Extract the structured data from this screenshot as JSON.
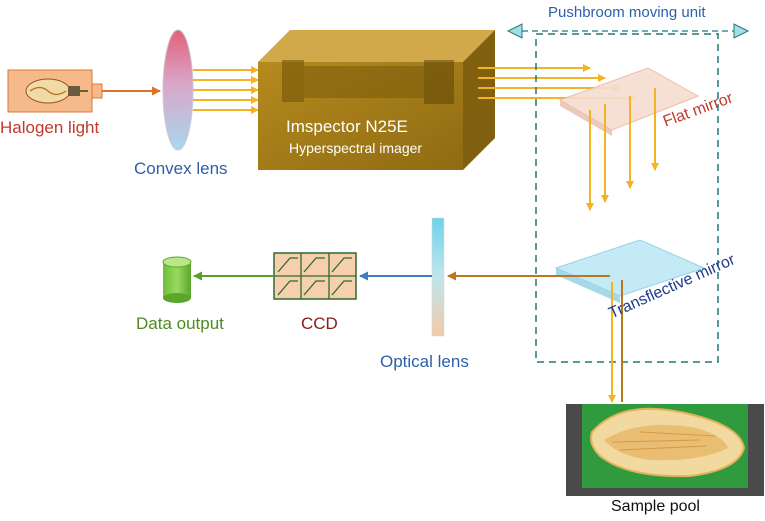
{
  "labels": {
    "halogen_light": "Halogen light",
    "convex_lens": "Convex lens",
    "imager_name": "Imspector N25E",
    "imager_subtitle": "Hyperspectral imager",
    "pushbroom_unit": "Pushbroom moving unit",
    "flat_mirror": "Flat mirror",
    "transflective_mirror": "Transflective mirror",
    "optical_lens": "Optical lens",
    "ccd": "CCD",
    "data_output": "Data output",
    "sample_pool": "Sample pool"
  },
  "colors": {
    "light_beam": "#f5b323",
    "return_beam": "#b8781e",
    "halogen_label": "#c0392b",
    "lens_label": "#2e5faa",
    "ccd_label": "#8b1a1a",
    "data_label": "#4f8a1f",
    "unit_box": "#1f7a78",
    "imager_box": "#a77d16",
    "data_arrow": "#5a9e2a",
    "blue_arrow": "#3f7fc0"
  }
}
